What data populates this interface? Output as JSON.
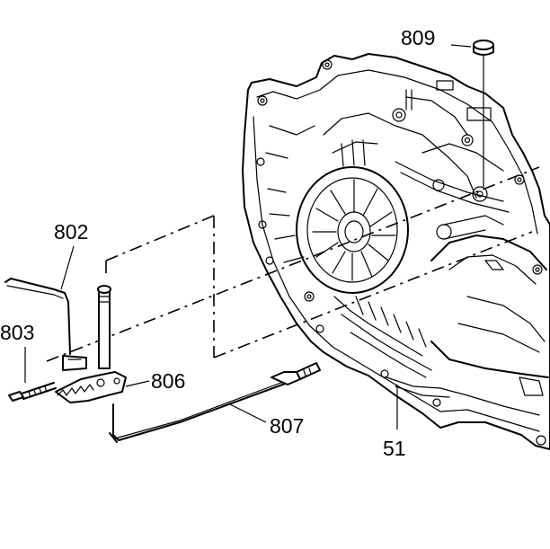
{
  "callouts": {
    "c809": "809",
    "c802": "802",
    "c803": "803",
    "c806": "806",
    "c807": "807",
    "c51": "51"
  }
}
